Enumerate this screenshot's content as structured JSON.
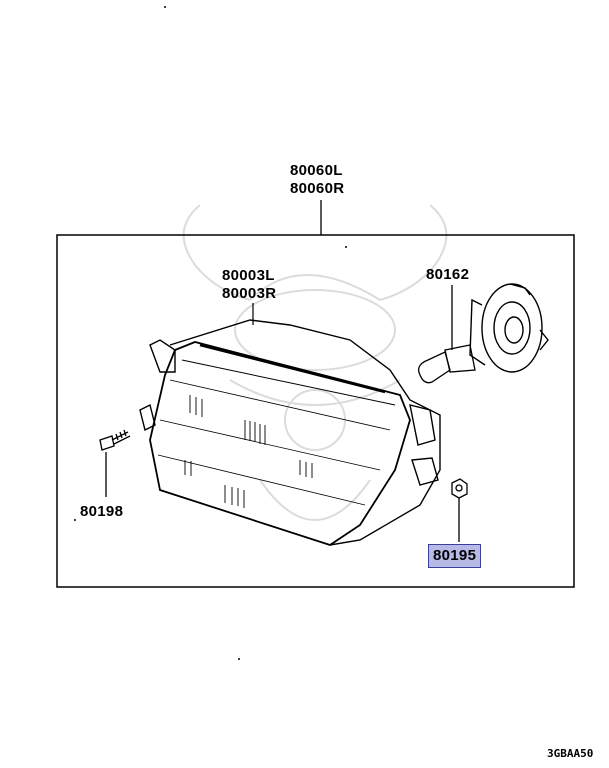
{
  "diagram": {
    "assembly": {
      "left": "80060L",
      "right": "80060R"
    },
    "unit": {
      "left": "80003L",
      "right": "80003R"
    },
    "bulb": "80162",
    "screw": "80198",
    "nut": "80195",
    "drawing_code": "3GBAA50",
    "highlight_color": "#b7b9e6"
  }
}
